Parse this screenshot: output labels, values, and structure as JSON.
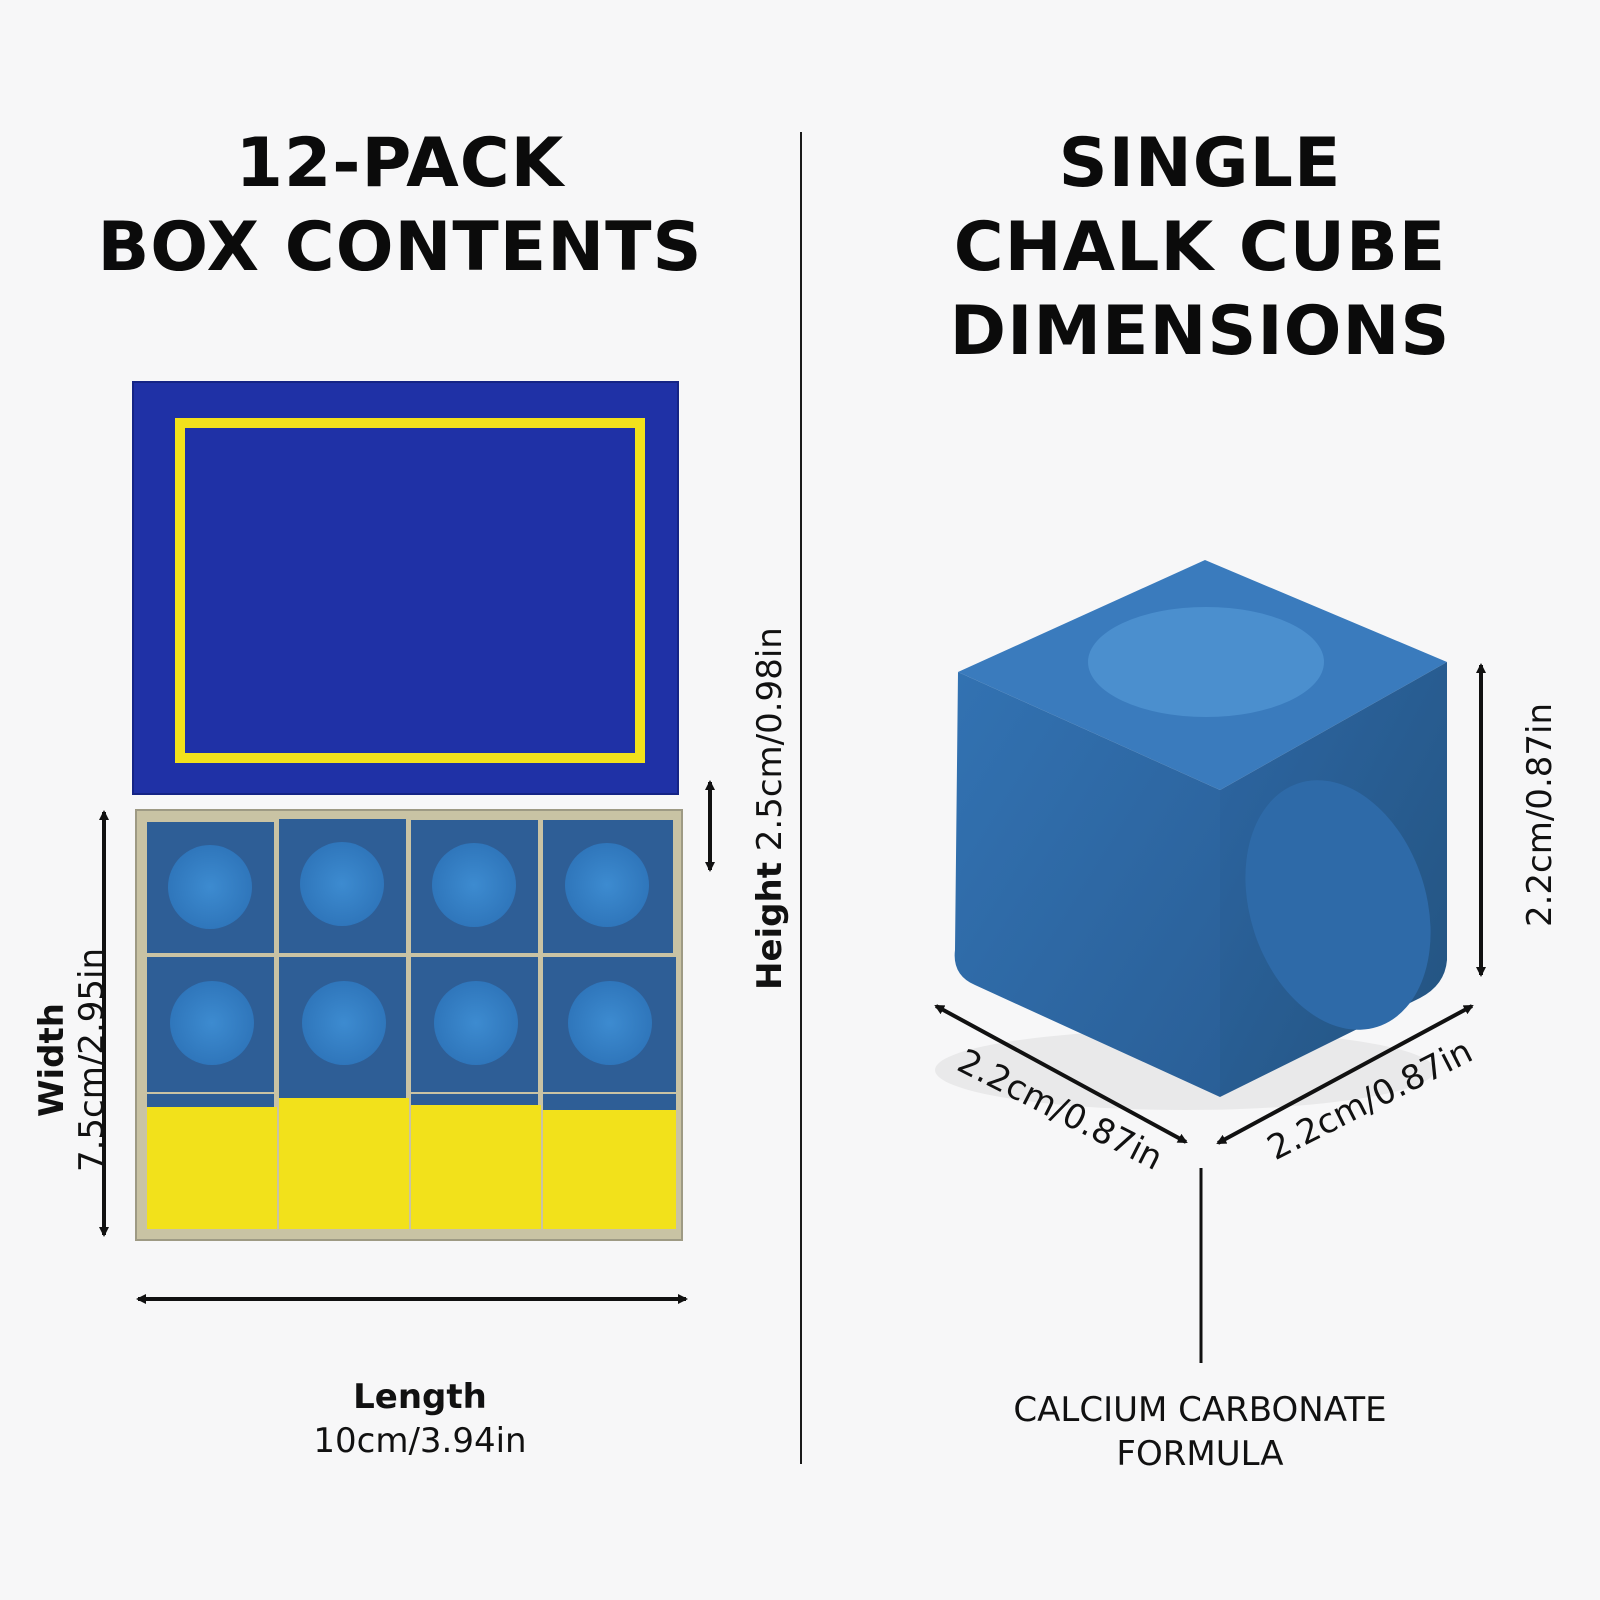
{
  "left_panel": {
    "title_line1": "12-PACK",
    "title_line2": "BOX CONTENTS",
    "width_label": "Width",
    "width_value": "7.5cm/2.95in",
    "height_label": "Height",
    "height_value": "2.5cm/0.98in",
    "length_label": "Length",
    "length_value": "10cm/3.94in"
  },
  "right_panel": {
    "title_line1": "SINGLE",
    "title_line2": "CHALK CUBE",
    "title_line3": "DIMENSIONS",
    "cube_height": "2.2cm/0.87in",
    "cube_left_depth": "2.2cm/0.87in",
    "cube_right_depth": "2.2cm/0.87in",
    "material_line1": "CALCIUM CARBONATE",
    "material_line2": "FORMULA"
  },
  "colors": {
    "box_blue": "#1f31a6",
    "box_yellow": "#f2e11b",
    "chalk_blue": "#2f6aa8",
    "background": "#f7f7f8"
  }
}
